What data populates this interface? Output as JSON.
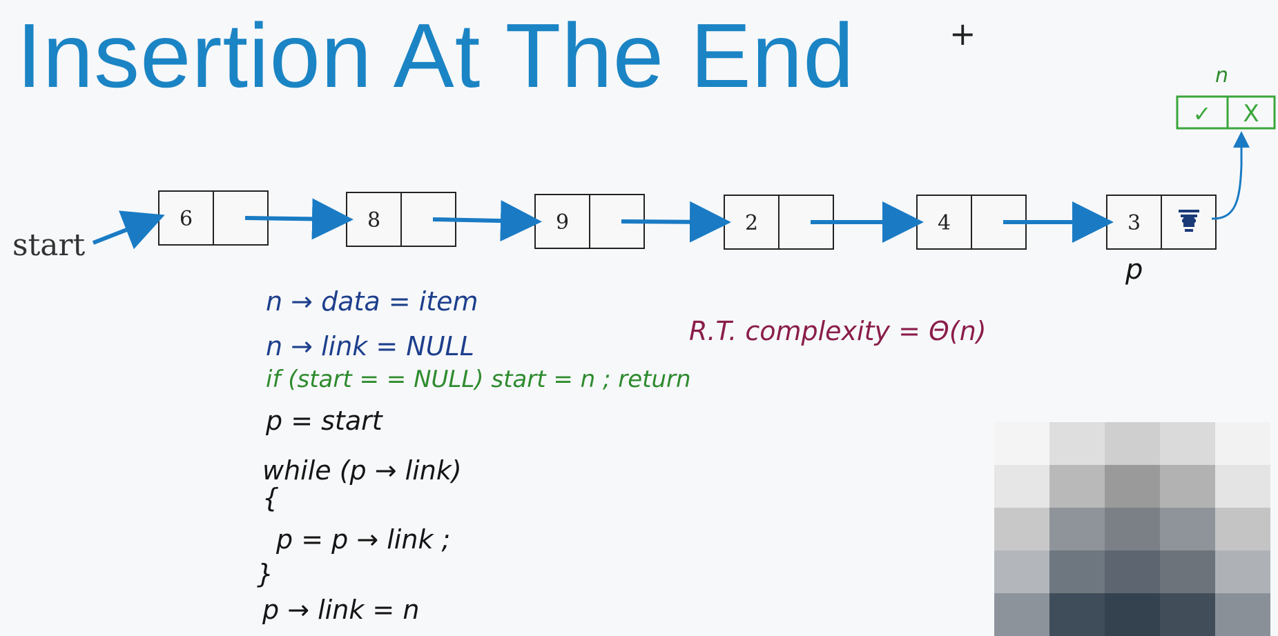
{
  "slide": {
    "title": "Insertion At The End",
    "cursor_glyph": "+",
    "start_label": "start"
  },
  "nodes": [
    {
      "value": "6"
    },
    {
      "value": "8"
    },
    {
      "value": "9"
    },
    {
      "value": "2"
    },
    {
      "value": "4"
    },
    {
      "value": "3"
    }
  ],
  "new_node": {
    "label": "n",
    "data": "✓",
    "link": "X"
  },
  "pointer_label": "p",
  "code": {
    "line1": "n → data = item",
    "line2": "n → link = NULL",
    "line3": "if (start = = NULL) start = n ; return",
    "line4": "p = start",
    "line5": "while (p → link)",
    "line6": "{",
    "line7": "p = p → link ;",
    "line8": "}",
    "line9": "p → link = n"
  },
  "complexity": "R.T. complexity = Θ(n)",
  "colors": {
    "title": "#1b84c4",
    "arrow": "#1a7bc4",
    "new_node": "#3aa63a",
    "code_blue": "#1d3f8c",
    "code_green": "#2e8b2e",
    "complexity": "#8a1d4a"
  },
  "webcam_tiles": [
    "#f4f4f4",
    "#dedede",
    "#cfcfcf",
    "#dadada",
    "#f2f2f2",
    "#e6e6e6",
    "#b9b9b9",
    "#9a9a9a",
    "#b2b2b2",
    "#e4e4e4",
    "#c8c8c8",
    "#8f949a",
    "#7b8087",
    "#8f949a",
    "#c4c4c4",
    "#b3b7bc",
    "#6e767f",
    "#5d6670",
    "#6c737b",
    "#aeb2b7",
    "#8d939a",
    "#3f4c59",
    "#34424f",
    "#414d59",
    "#8a9097"
  ]
}
